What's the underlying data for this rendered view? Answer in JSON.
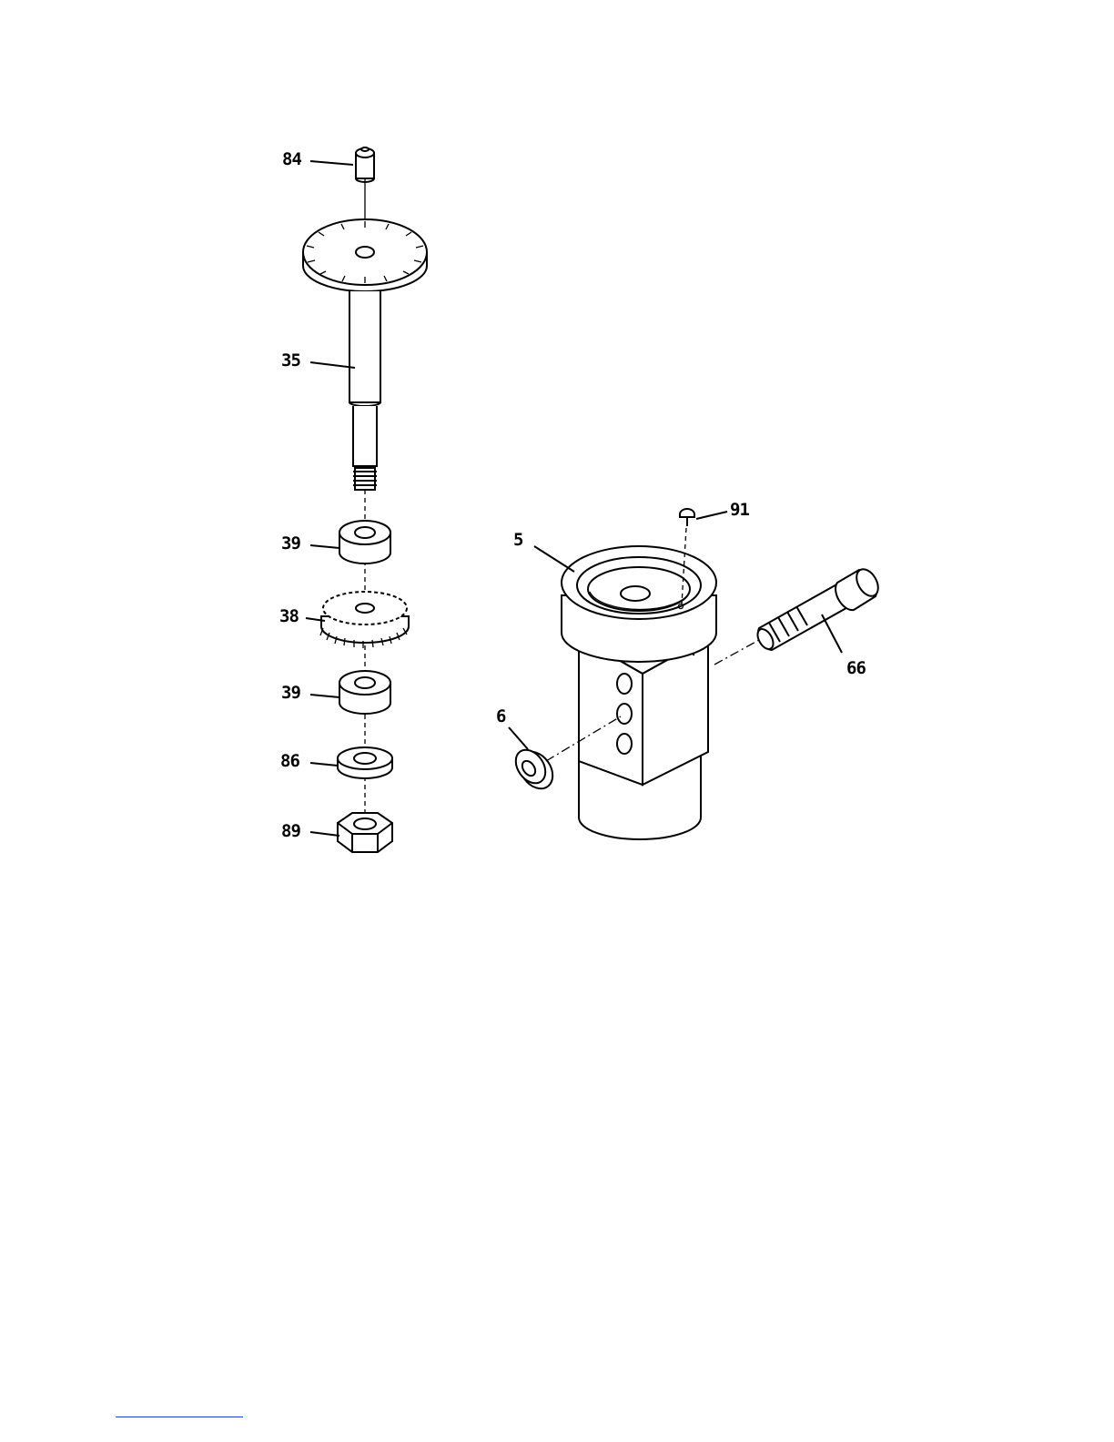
{
  "callouts": {
    "c84": "84",
    "c35": "35",
    "c39a": "39",
    "c38": "38",
    "c39b": "39",
    "c86": "86",
    "c89": "89",
    "c91": "91",
    "c5": "5",
    "c66": "66",
    "c6": "6"
  },
  "colors": {
    "ink": "#000000",
    "paper": "#ffffff",
    "footer_rule": "#1e40c8"
  }
}
